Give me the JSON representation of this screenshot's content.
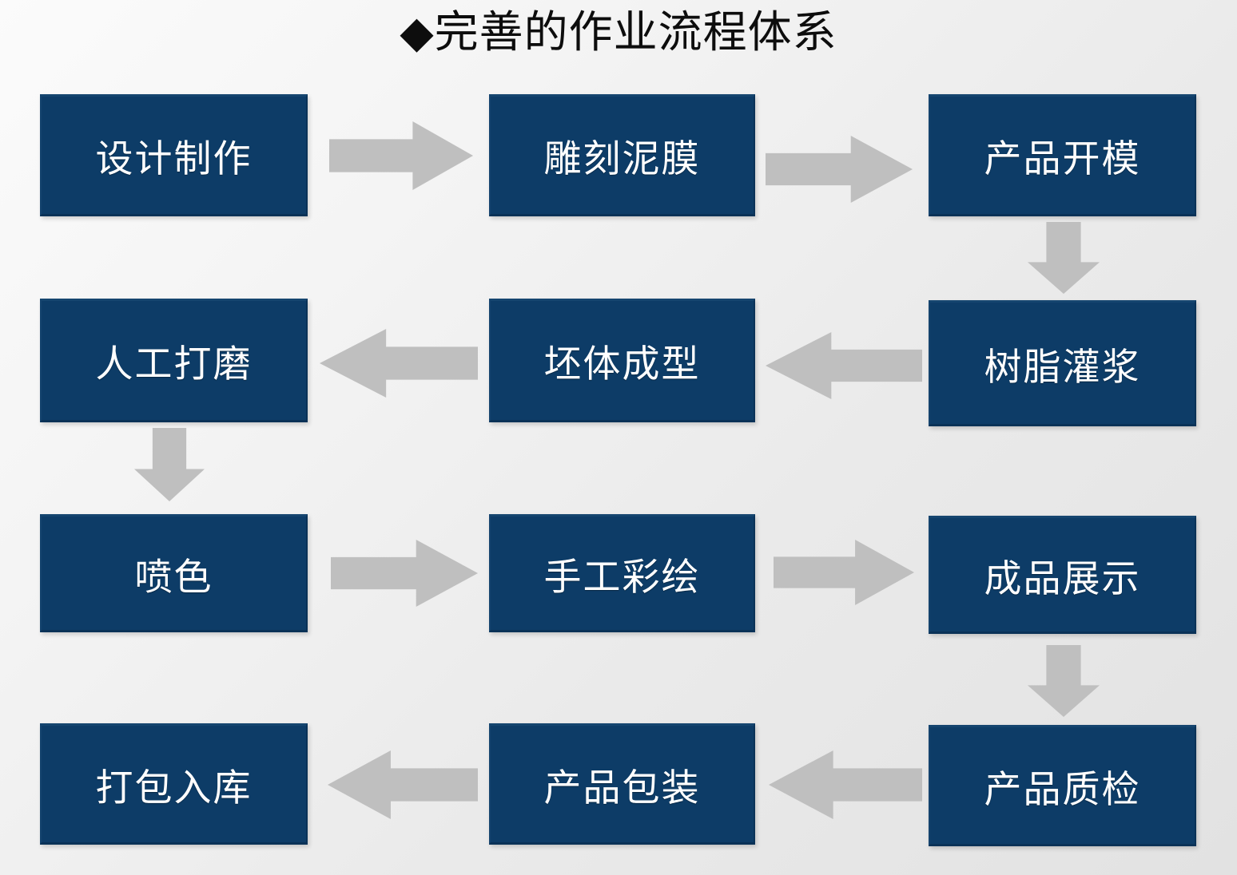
{
  "title": {
    "bullet": "◆",
    "text": "完善的作业流程体系",
    "full": "◆完善的作业流程体系"
  },
  "colors": {
    "node_fill": "#0d3c67",
    "node_text": "#ffffff",
    "arrow_fill": "#bfbfbf",
    "background": "#efefef",
    "title_text": "#0d0d0d"
  },
  "flow": {
    "rows": [
      {
        "direction": "left-to-right",
        "nodes": [
          {
            "id": "step-1",
            "label": "设计制作",
            "order": 1
          },
          {
            "id": "step-2",
            "label": "雕刻泥膜",
            "order": 2
          },
          {
            "id": "step-3",
            "label": "产品开模",
            "order": 3
          }
        ]
      },
      {
        "direction": "right-to-left",
        "nodes": [
          {
            "id": "step-6",
            "label": "人工打磨",
            "order": 6
          },
          {
            "id": "step-5",
            "label": "坯体成型",
            "order": 5
          },
          {
            "id": "step-4",
            "label": "树脂灌浆",
            "order": 4
          }
        ]
      },
      {
        "direction": "left-to-right",
        "nodes": [
          {
            "id": "step-7",
            "label": "喷色",
            "order": 7
          },
          {
            "id": "step-8",
            "label": "手工彩绘",
            "order": 8
          },
          {
            "id": "step-9",
            "label": "成品展示",
            "order": 9
          }
        ]
      },
      {
        "direction": "right-to-left",
        "nodes": [
          {
            "id": "step-12",
            "label": "打包入库",
            "order": 12
          },
          {
            "id": "step-11",
            "label": "产品包装",
            "order": 11
          },
          {
            "id": "step-10",
            "label": "产品质检",
            "order": 10
          }
        ]
      }
    ],
    "connectors": [
      {
        "id": "arrow-r1-a",
        "icon": "arrow-right-icon",
        "from": "step-1",
        "to": "step-2"
      },
      {
        "id": "arrow-r1-b",
        "icon": "arrow-right-icon",
        "from": "step-2",
        "to": "step-3"
      },
      {
        "id": "arrow-col3-down-1",
        "icon": "arrow-down-icon",
        "from": "step-3",
        "to": "step-4"
      },
      {
        "id": "arrow-r2-a",
        "icon": "arrow-left-icon",
        "from": "step-4",
        "to": "step-5"
      },
      {
        "id": "arrow-r2-b",
        "icon": "arrow-left-icon",
        "from": "step-5",
        "to": "step-6"
      },
      {
        "id": "arrow-col1-down",
        "icon": "arrow-down-icon",
        "from": "step-6",
        "to": "step-7"
      },
      {
        "id": "arrow-r3-a",
        "icon": "arrow-right-icon",
        "from": "step-7",
        "to": "step-8"
      },
      {
        "id": "arrow-r3-b",
        "icon": "arrow-right-icon",
        "from": "step-8",
        "to": "step-9"
      },
      {
        "id": "arrow-col3-down-2",
        "icon": "arrow-down-icon",
        "from": "step-9",
        "to": "step-10"
      },
      {
        "id": "arrow-r4-a",
        "icon": "arrow-left-icon",
        "from": "step-10",
        "to": "step-11"
      },
      {
        "id": "arrow-r4-b",
        "icon": "arrow-left-icon",
        "from": "step-11",
        "to": "step-12"
      }
    ]
  }
}
